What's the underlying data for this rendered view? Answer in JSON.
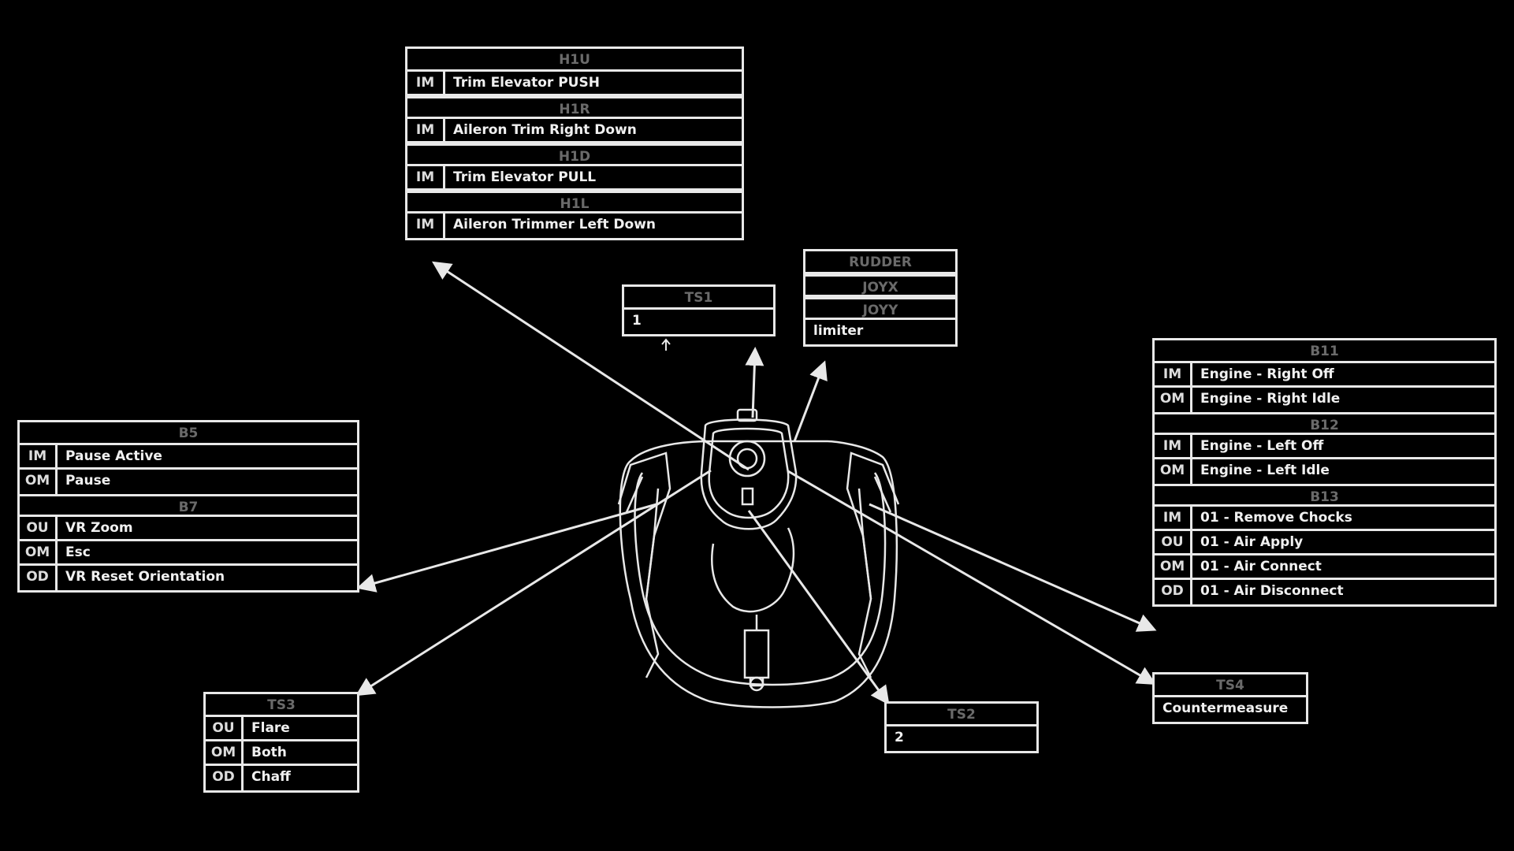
{
  "panels": {
    "h1": {
      "headers": [
        "H1U",
        "H1R",
        "H1D",
        "H1L"
      ],
      "rows": [
        {
          "mode": "IM",
          "action": "Trim Elevator PUSH"
        },
        {
          "mode": "IM",
          "action": "Aileron Trim Right Down"
        },
        {
          "mode": "IM",
          "action": "Trim Elevator PULL"
        },
        {
          "mode": "IM",
          "action": "Aileron Trimmer Left Down"
        }
      ]
    },
    "ts1": {
      "title": "TS1",
      "value": "1"
    },
    "axes": {
      "rudder": "RUDDER",
      "joyx": "JOYX",
      "joyy": "JOYY",
      "value": "limiter"
    },
    "b5b7": {
      "b5": "B5",
      "b5_rows": [
        {
          "mode": "IM",
          "action": "Pause Active"
        },
        {
          "mode": "OM",
          "action": "Pause"
        }
      ],
      "b7": "B7",
      "b7_rows": [
        {
          "mode": "OU",
          "action": "VR Zoom"
        },
        {
          "mode": "OM",
          "action": "Esc"
        },
        {
          "mode": "OD",
          "action": "VR Reset Orientation"
        }
      ]
    },
    "b11to13": {
      "b11": "B11",
      "b11_rows": [
        {
          "mode": "IM",
          "action": "Engine - Right Off"
        },
        {
          "mode": "OM",
          "action": "Engine - Right Idle"
        }
      ],
      "b12": "B12",
      "b12_rows": [
        {
          "mode": "IM",
          "action": "Engine - Left Off"
        },
        {
          "mode": "OM",
          "action": "Engine - Left Idle"
        }
      ],
      "b13": "B13",
      "b13_rows": [
        {
          "mode": "IM",
          "action": "01 - Remove Chocks"
        },
        {
          "mode": "OU",
          "action": "01 - Air Apply"
        },
        {
          "mode": "OM",
          "action": "01 - Air Connect"
        },
        {
          "mode": "OD",
          "action": "01 - Air Disconnect"
        }
      ]
    },
    "ts3": {
      "title": "TS3",
      "rows": [
        {
          "mode": "OU",
          "action": "Flare"
        },
        {
          "mode": "OM",
          "action": "Both"
        },
        {
          "mode": "OD",
          "action": "Chaff"
        }
      ]
    },
    "ts2": {
      "title": "TS2",
      "value": "2"
    },
    "ts4": {
      "title": "TS4",
      "value": "Countermeasure"
    }
  }
}
